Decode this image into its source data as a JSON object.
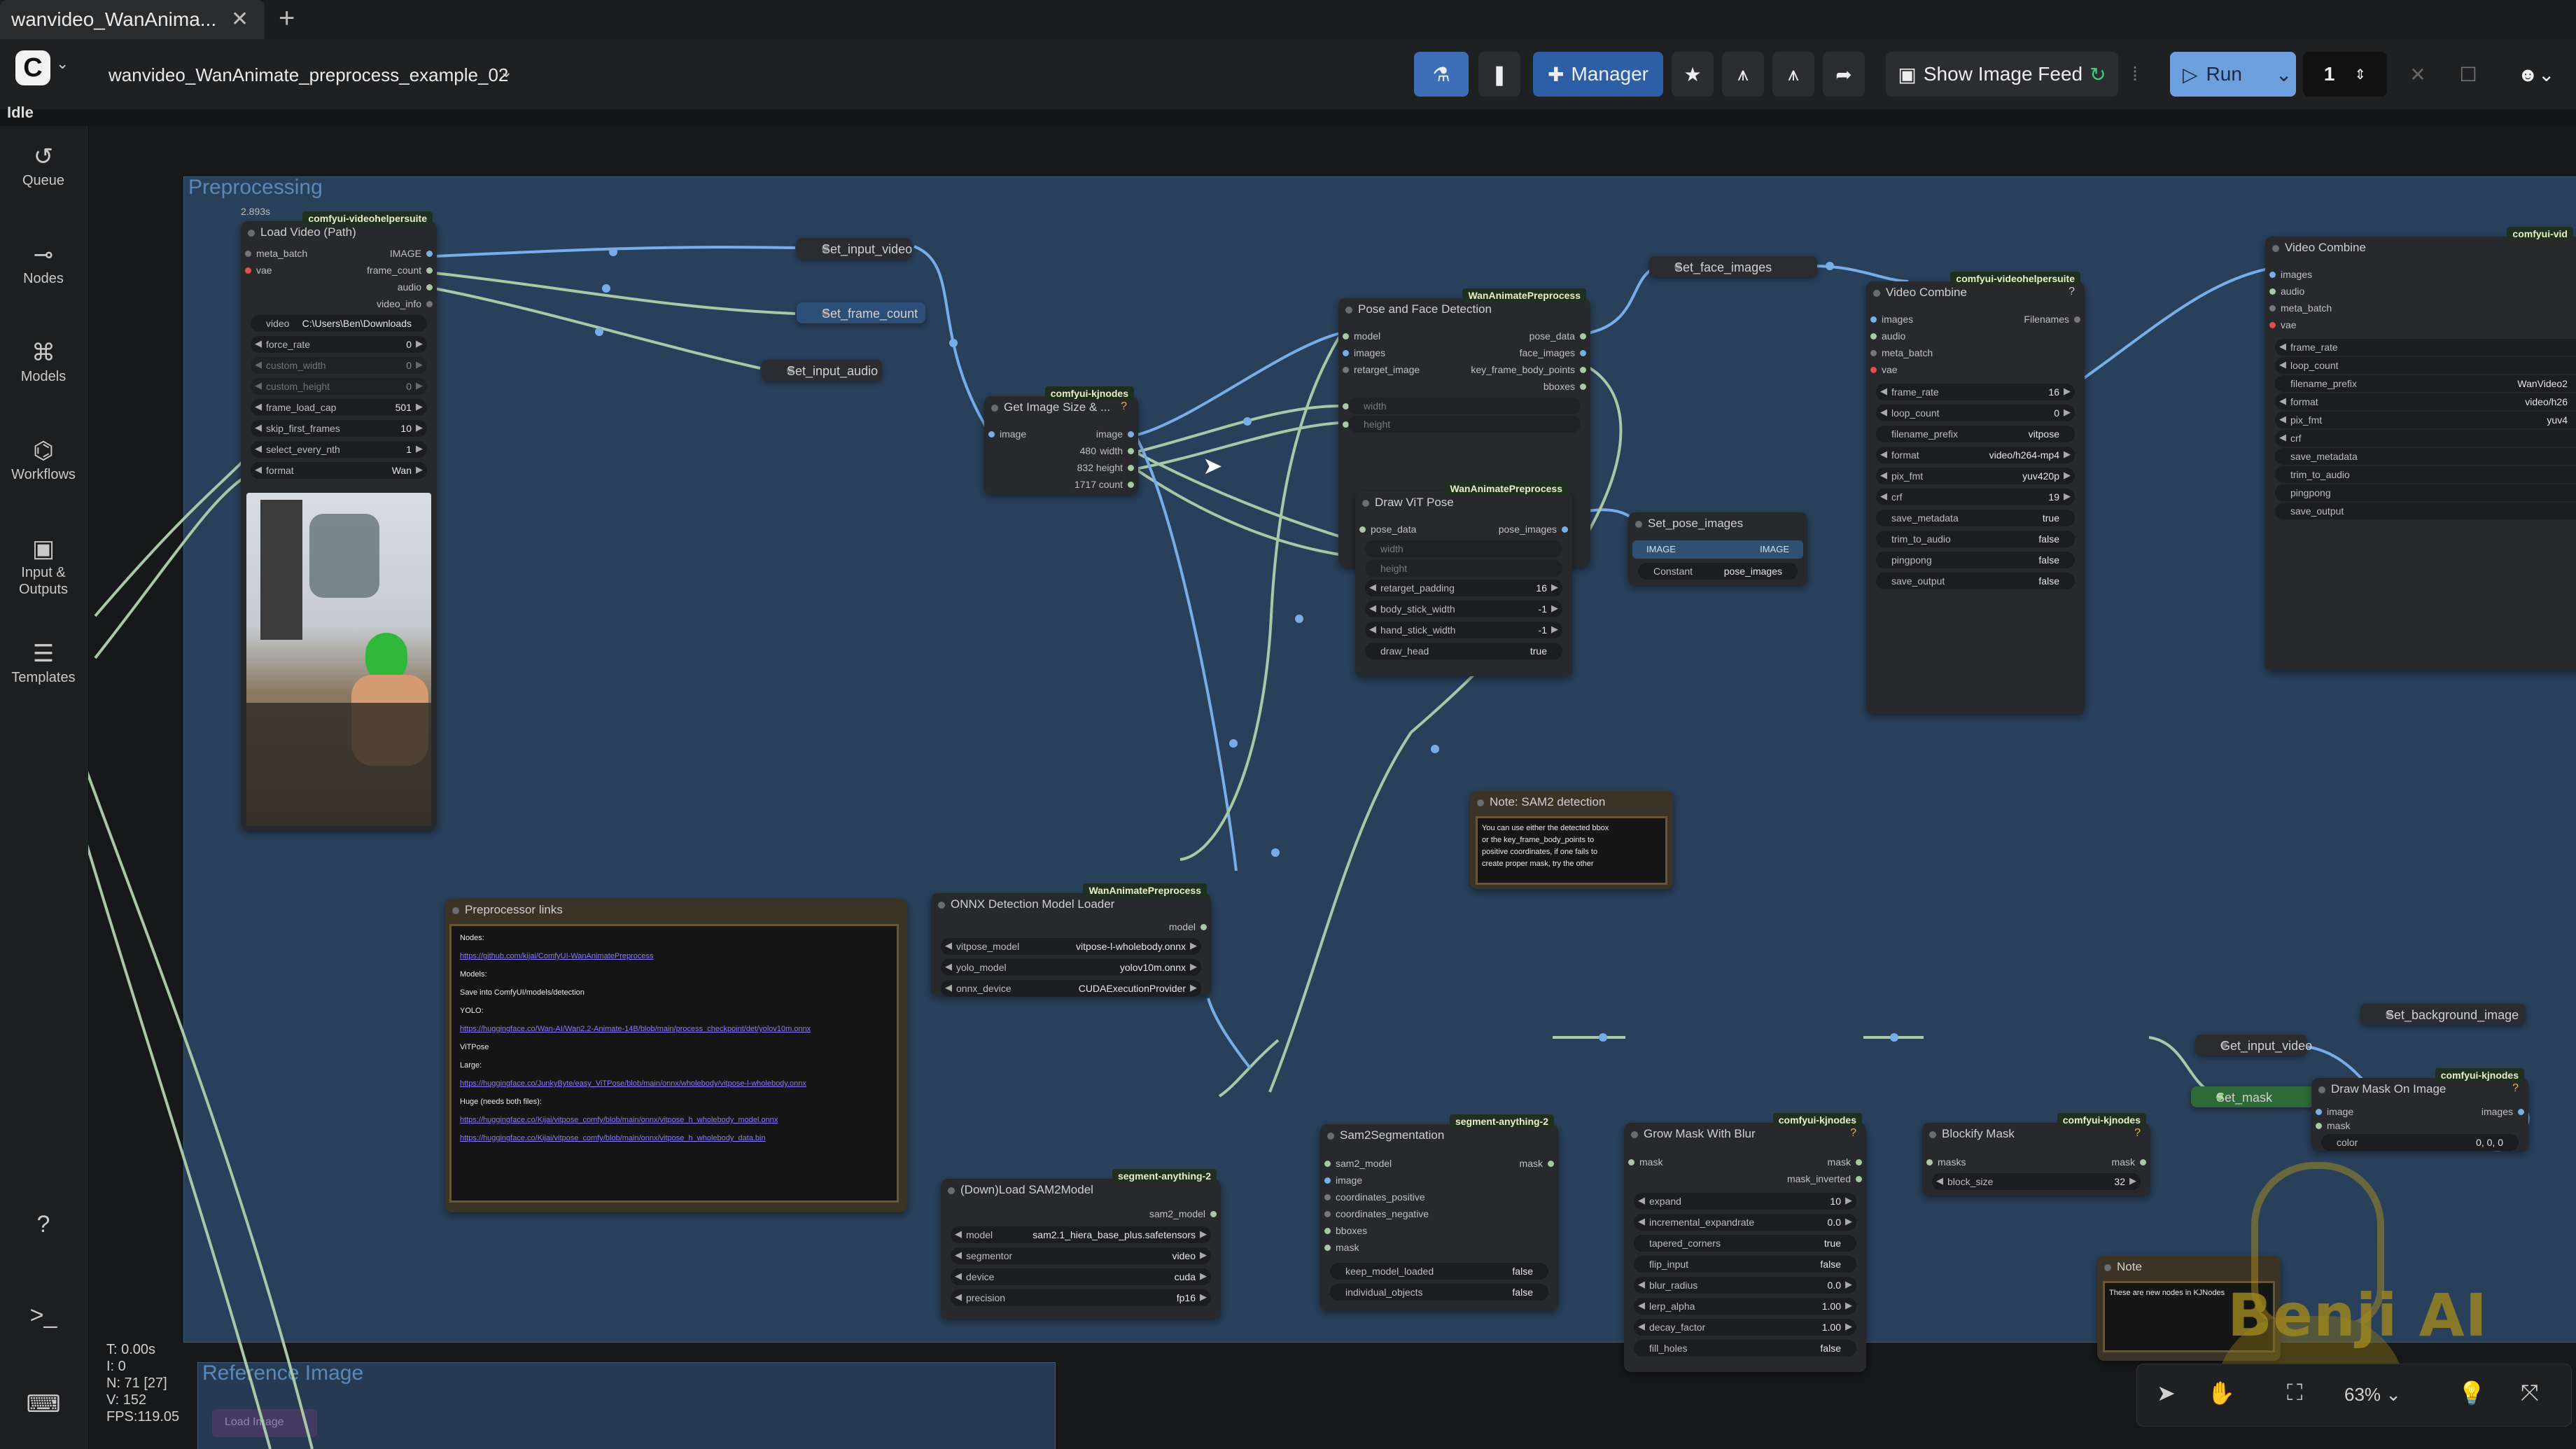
{
  "tab": {
    "title": "wanvideo_WanAnima...",
    "close": "✕",
    "new": "+"
  },
  "menu": {
    "logo": "C",
    "workflow_title": "wanvideo_WanAnimate_preprocess_example_02",
    "manager_label": "Manager",
    "image_feed_label": "Show Image Feed",
    "run_label": "Run",
    "run_count": "1",
    "status": "Idle"
  },
  "sidebar": {
    "items": [
      {
        "label": "Queue",
        "icon": "↺"
      },
      {
        "label": "Nodes",
        "icon": "⊸"
      },
      {
        "label": "Models",
        "icon": "⌘"
      },
      {
        "label": "Workflows",
        "icon": "⌬"
      },
      {
        "label": "Input &",
        "label2": "Outputs",
        "icon": "▣"
      },
      {
        "label": "Templates",
        "icon": "☰"
      }
    ]
  },
  "groups": {
    "preprocessing": "Preprocessing",
    "reference": "Reference Image"
  },
  "reference_button": "Load Image",
  "load_video": {
    "timer": "2.893s",
    "badge": "comfyui-videohelpersuite",
    "title": "Load Video (Path)",
    "inputs": [
      "meta_batch",
      "vae"
    ],
    "outputs": [
      "IMAGE",
      "frame_count",
      "audio",
      "video_info"
    ],
    "widgets": [
      {
        "label": "video",
        "value": "C:\\Users\\Ben\\Downloads"
      },
      {
        "label": "force_rate",
        "value": "0"
      },
      {
        "label": "custom_width",
        "value": "0"
      },
      {
        "label": "custom_height",
        "value": "0"
      },
      {
        "label": "frame_load_cap",
        "value": "501"
      },
      {
        "label": "skip_first_frames",
        "value": "10"
      },
      {
        "label": "select_every_nth",
        "value": "1"
      },
      {
        "label": "format",
        "value": "Wan"
      }
    ]
  },
  "set_nodes": {
    "input_video": "Set_input_video",
    "frame_count": "Set_frame_count",
    "input_audio": "Set_input_audio",
    "face_images": "Set_face_images",
    "pose_images": "Set_pose_images",
    "background_image": "Set_background_image",
    "mask": "Set_mask",
    "get_input_video": "Get_input_video"
  },
  "get_image_size": {
    "badge": "comfyui-kjnodes",
    "title": "Get Image Size & ...",
    "input": "image",
    "outputs": [
      {
        "label": "image",
        "value": ""
      },
      {
        "label": "width",
        "value": "480"
      },
      {
        "label": "height",
        "value": "832"
      },
      {
        "label": "count",
        "value": "1717"
      }
    ]
  },
  "pose_face": {
    "badge": "WanAnimatePreprocess",
    "title": "Pose and Face Detection",
    "inputs": [
      "model",
      "images",
      "retarget_image",
      "width",
      "height"
    ],
    "outputs": [
      "pose_data",
      "face_images",
      "key_frame_body_points",
      "bboxes"
    ]
  },
  "draw_vit": {
    "badge": "WanAnimatePreprocess",
    "title": "Draw ViT Pose",
    "inputs": [
      "pose_data",
      "width",
      "height"
    ],
    "output": "pose_images",
    "widgets": [
      {
        "label": "retarget_padding",
        "value": "16"
      },
      {
        "label": "body_stick_width",
        "value": "-1"
      },
      {
        "label": "hand_stick_width",
        "value": "-1"
      },
      {
        "label": "draw_head",
        "value": "true"
      }
    ]
  },
  "set_pose": {
    "in_label": "IMAGE",
    "out_label": "IMAGE",
    "constant_label": "Constant",
    "constant_value": "pose_images"
  },
  "video_combine_small": {
    "badge": "comfyui-videohelpersuite",
    "title": "Video Combine",
    "inputs": [
      "images",
      "audio",
      "meta_batch",
      "vae"
    ],
    "output": "Filenames",
    "widgets": [
      {
        "label": "frame_rate",
        "value": "16"
      },
      {
        "label": "loop_count",
        "value": "0"
      },
      {
        "label": "filename_prefix",
        "value": "vitpose"
      },
      {
        "label": "format",
        "value": "video/h264-mp4"
      },
      {
        "label": "pix_fmt",
        "value": "yuv420p"
      },
      {
        "label": "crf",
        "value": "19"
      },
      {
        "label": "save_metadata",
        "value": "true"
      },
      {
        "label": "trim_to_audio",
        "value": "false"
      },
      {
        "label": "pingpong",
        "value": "false"
      },
      {
        "label": "save_output",
        "value": "false"
      }
    ]
  },
  "video_combine_right": {
    "badge": "comfyui-vid",
    "title": "Video Combine",
    "inputs": [
      "images",
      "audio",
      "meta_batch",
      "vae"
    ],
    "widgets": [
      {
        "label": "frame_rate",
        "value": ""
      },
      {
        "label": "loop_count",
        "value": ""
      },
      {
        "label": "filename_prefix",
        "value": "WanVideo2"
      },
      {
        "label": "format",
        "value": "video/h26"
      },
      {
        "label": "pix_fmt",
        "value": "yuv4"
      },
      {
        "label": "crf",
        "value": ""
      },
      {
        "label": "save_metadata",
        "value": ""
      },
      {
        "label": "trim_to_audio",
        "value": ""
      },
      {
        "label": "pingpong",
        "value": ""
      },
      {
        "label": "save_output",
        "value": ""
      }
    ]
  },
  "note_sam2": {
    "title": "Note: SAM2 detection",
    "text": [
      "You can use either the detected bbox",
      "or the key_frame_body_points to",
      "positive coordinates, if one fails to",
      "create proper mask, try the other"
    ]
  },
  "preprocessor_links": {
    "title": "Preprocessor links",
    "lines": [
      {
        "t": "Nodes:",
        "link": false
      },
      {
        "t": "https://github.com/kijai/ComfyUI-WanAnimatePreprocess",
        "link": true
      },
      {
        "t": "Models:",
        "link": false
      },
      {
        "t": "Save into ComfyUI/models/detection",
        "link": false
      },
      {
        "t": "YOLO:",
        "link": false
      },
      {
        "t": "https://huggingface.co/Wan-AI/Wan2.2-Animate-14B/blob/main/process_checkpoint/det/yolov10m.onnx",
        "link": true
      },
      {
        "t": "ViTPose",
        "link": false
      },
      {
        "t": "Large:",
        "link": false
      },
      {
        "t": "https://huggingface.co/JunkyByte/easy_ViTPose/blob/main/onnx/wholebody/vitpose-l-wholebody.onnx",
        "link": true
      },
      {
        "t": "Huge (needs both files):",
        "link": false
      },
      {
        "t": "https://huggingface.co/Kijai/vitpose_comfy/blob/main/onnx/vitpose_h_wholebody_model.onnx",
        "link": true
      },
      {
        "t": "https://huggingface.co/Kijai/vitpose_comfy/blob/main/onnx/vitpose_h_wholebody_data.bin",
        "link": true
      }
    ]
  },
  "onnx_loader": {
    "badge": "WanAnimatePreprocess",
    "title": "ONNX Detection Model Loader",
    "output": "model",
    "widgets": [
      {
        "label": "vitpose_model",
        "value": "vitpose-l-wholebody.onnx"
      },
      {
        "label": "yolo_model",
        "value": "yolov10m.onnx"
      },
      {
        "label": "onnx_device",
        "value": "CUDAExecutionProvider"
      }
    ]
  },
  "sam2_loader": {
    "badge": "segment-anything-2",
    "title": "(Down)Load SAM2Model",
    "output": "sam2_model",
    "widgets": [
      {
        "label": "model",
        "value": "sam2.1_hiera_base_plus.safetensors"
      },
      {
        "label": "segmentor",
        "value": "video"
      },
      {
        "label": "device",
        "value": "cuda"
      },
      {
        "label": "precision",
        "value": "fp16"
      }
    ]
  },
  "sam2_seg": {
    "badge": "segment-anything-2",
    "title": "Sam2Segmentation",
    "inputs": [
      "sam2_model",
      "image",
      "coordinates_positive",
      "coordinates_negative",
      "bboxes",
      "mask"
    ],
    "output": "mask",
    "widgets": [
      {
        "label": "keep_model_loaded",
        "value": "false"
      },
      {
        "label": "individual_objects",
        "value": "false"
      }
    ]
  },
  "grow_mask": {
    "badge": "comfyui-kjnodes",
    "title": "Grow Mask With Blur",
    "input": "mask",
    "outputs": [
      "mask",
      "mask_inverted"
    ],
    "widgets": [
      {
        "label": "expand",
        "value": "10"
      },
      {
        "label": "incremental_expandrate",
        "value": "0.0"
      },
      {
        "label": "tapered_corners",
        "value": "true"
      },
      {
        "label": "flip_input",
        "value": "false"
      },
      {
        "label": "blur_radius",
        "value": "0.0"
      },
      {
        "label": "lerp_alpha",
        "value": "1.00"
      },
      {
        "label": "decay_factor",
        "value": "1.00"
      },
      {
        "label": "fill_holes",
        "value": "false"
      }
    ]
  },
  "blockify": {
    "badge": "comfyui-kjnodes",
    "title": "Blockify Mask",
    "input": "masks",
    "output": "mask",
    "widgets": [
      {
        "label": "block_size",
        "value": "32"
      }
    ]
  },
  "draw_mask": {
    "badge": "comfyui-kjnodes",
    "title": "Draw Mask On Image",
    "inputs": [
      "image",
      "mask"
    ],
    "output": "images",
    "widgets": [
      {
        "label": "color",
        "value": "0, 0, 0"
      }
    ]
  },
  "note_small": {
    "title": "Note",
    "text": "These are new nodes in KJNodes"
  },
  "stats": [
    "T: 0.00s",
    "I: 0",
    "N: 71 [27]",
    "V: 152",
    "FPS:119.05"
  ],
  "zoom": "63%",
  "watermark": "Benji AI"
}
